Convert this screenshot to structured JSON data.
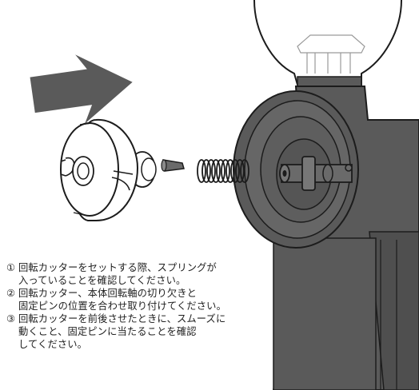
{
  "colors": {
    "metal": "#5a5a5a",
    "metal_dark": "#3b3b3b",
    "outline": "#1c1c1c",
    "arrow": "#5a5a5a",
    "background": "#ffffff"
  },
  "illustration": {
    "direction_arrow_icon": "arrow-right-icon",
    "parts": [
      "rotary-cutter",
      "fixing-pin",
      "spring",
      "main-body-shaft",
      "hopper"
    ]
  },
  "instructions": [
    {
      "num": "①",
      "lines": [
        "回転カッターをセットする際、スプリングが",
        "入っていることを確認してください。"
      ]
    },
    {
      "num": "②",
      "lines": [
        "回転カッター、本体回転軸の切り欠きと",
        "固定ピンの位置を合わせ取り付けてください。"
      ]
    },
    {
      "num": "③",
      "lines": [
        "回転カッターを前後させたときに、スムーズに",
        "動くこと、固定ピンに当たることを確認",
        "してください。"
      ]
    }
  ]
}
